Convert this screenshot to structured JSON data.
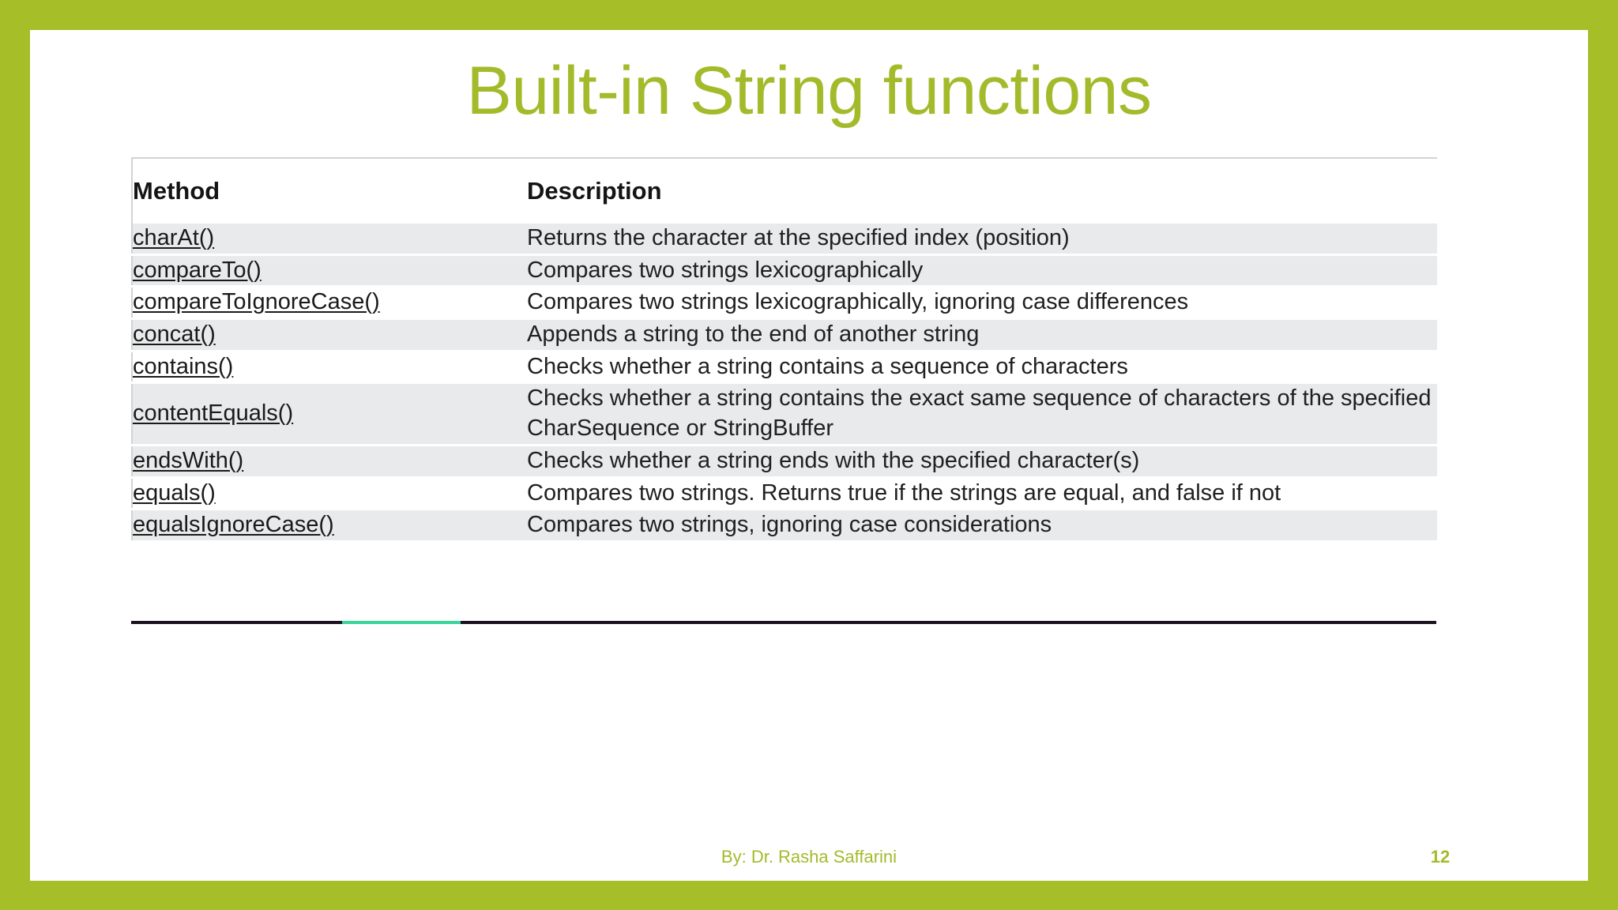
{
  "slide": {
    "title": "Built-in String functions",
    "border_color": "#A6BE28",
    "title_color": "#A3BB2B",
    "background_color": "#FFFFFF"
  },
  "table": {
    "columns": [
      "Method",
      "Description"
    ],
    "header_method": "Method",
    "header_description": "Description",
    "row_shade_color": "#E8EAEB",
    "rows": [
      {
        "method": "charAt()",
        "description": "Returns the character at the specified index (position)",
        "shaded": true
      },
      {
        "method": "compareTo()",
        "description": "Compares two strings lexicographically",
        "shaded": true
      },
      {
        "method": "compareToIgnoreCase()",
        "description": "Compares two strings lexicographically, ignoring case differences",
        "shaded": false
      },
      {
        "method": "concat()",
        "description": "Appends a string to the end of another string",
        "shaded": true
      },
      {
        "method": "contains()",
        "description": "Checks whether a string contains a sequence of characters",
        "shaded": false
      },
      {
        "method": "contentEquals()",
        "description": "Checks whether a string contains the exact same sequence of characters of the specified CharSequence or StringBuffer",
        "shaded": true
      },
      {
        "method": "endsWith()",
        "description": "Checks whether a string ends with the specified character(s)",
        "shaded": true
      },
      {
        "method": "equals()",
        "description": "Compares two strings. Returns true if the strings are equal, and false if not",
        "shaded": false
      },
      {
        "method": "equalsIgnoreCase()",
        "description": "Compares two strings, ignoring case considerations",
        "shaded": true
      }
    ]
  },
  "scroll_rule": {
    "track_color": "#1B1320",
    "thumb_color": "#3BD49B"
  },
  "footer": {
    "author": "By: Dr. Rasha Saffarini",
    "page_number": "12"
  }
}
